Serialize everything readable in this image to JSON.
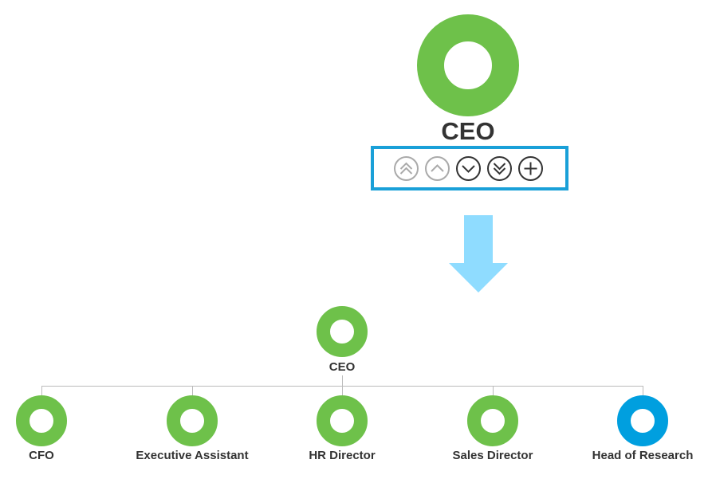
{
  "colors": {
    "ring_green": "#6ec14a",
    "ring_blue": "#009fdf",
    "toolbar_border": "#1aa0d8",
    "arrow_fill": "#8fdcff",
    "connector": "#bbbbbb",
    "icon_disabled": "#aaaaaa",
    "icon_enabled": "#333333"
  },
  "top_node": {
    "label": "CEO",
    "toolbar_icons": [
      {
        "name": "double-chevron-up-icon",
        "enabled": false
      },
      {
        "name": "chevron-up-icon",
        "enabled": false
      },
      {
        "name": "chevron-down-icon",
        "enabled": true
      },
      {
        "name": "double-chevron-down-icon",
        "enabled": true
      },
      {
        "name": "plus-icon",
        "enabled": true
      }
    ]
  },
  "transition_icon": "arrow-down-icon",
  "org_chart": {
    "root": {
      "label": "CEO",
      "color": "#6ec14a"
    },
    "children": [
      {
        "label": "CFO",
        "color": "#6ec14a"
      },
      {
        "label": "Executive Assistant",
        "color": "#6ec14a"
      },
      {
        "label": "HR Director",
        "color": "#6ec14a"
      },
      {
        "label": "Sales Director",
        "color": "#6ec14a"
      },
      {
        "label": "Head of Research",
        "color": "#009fdf"
      }
    ]
  }
}
